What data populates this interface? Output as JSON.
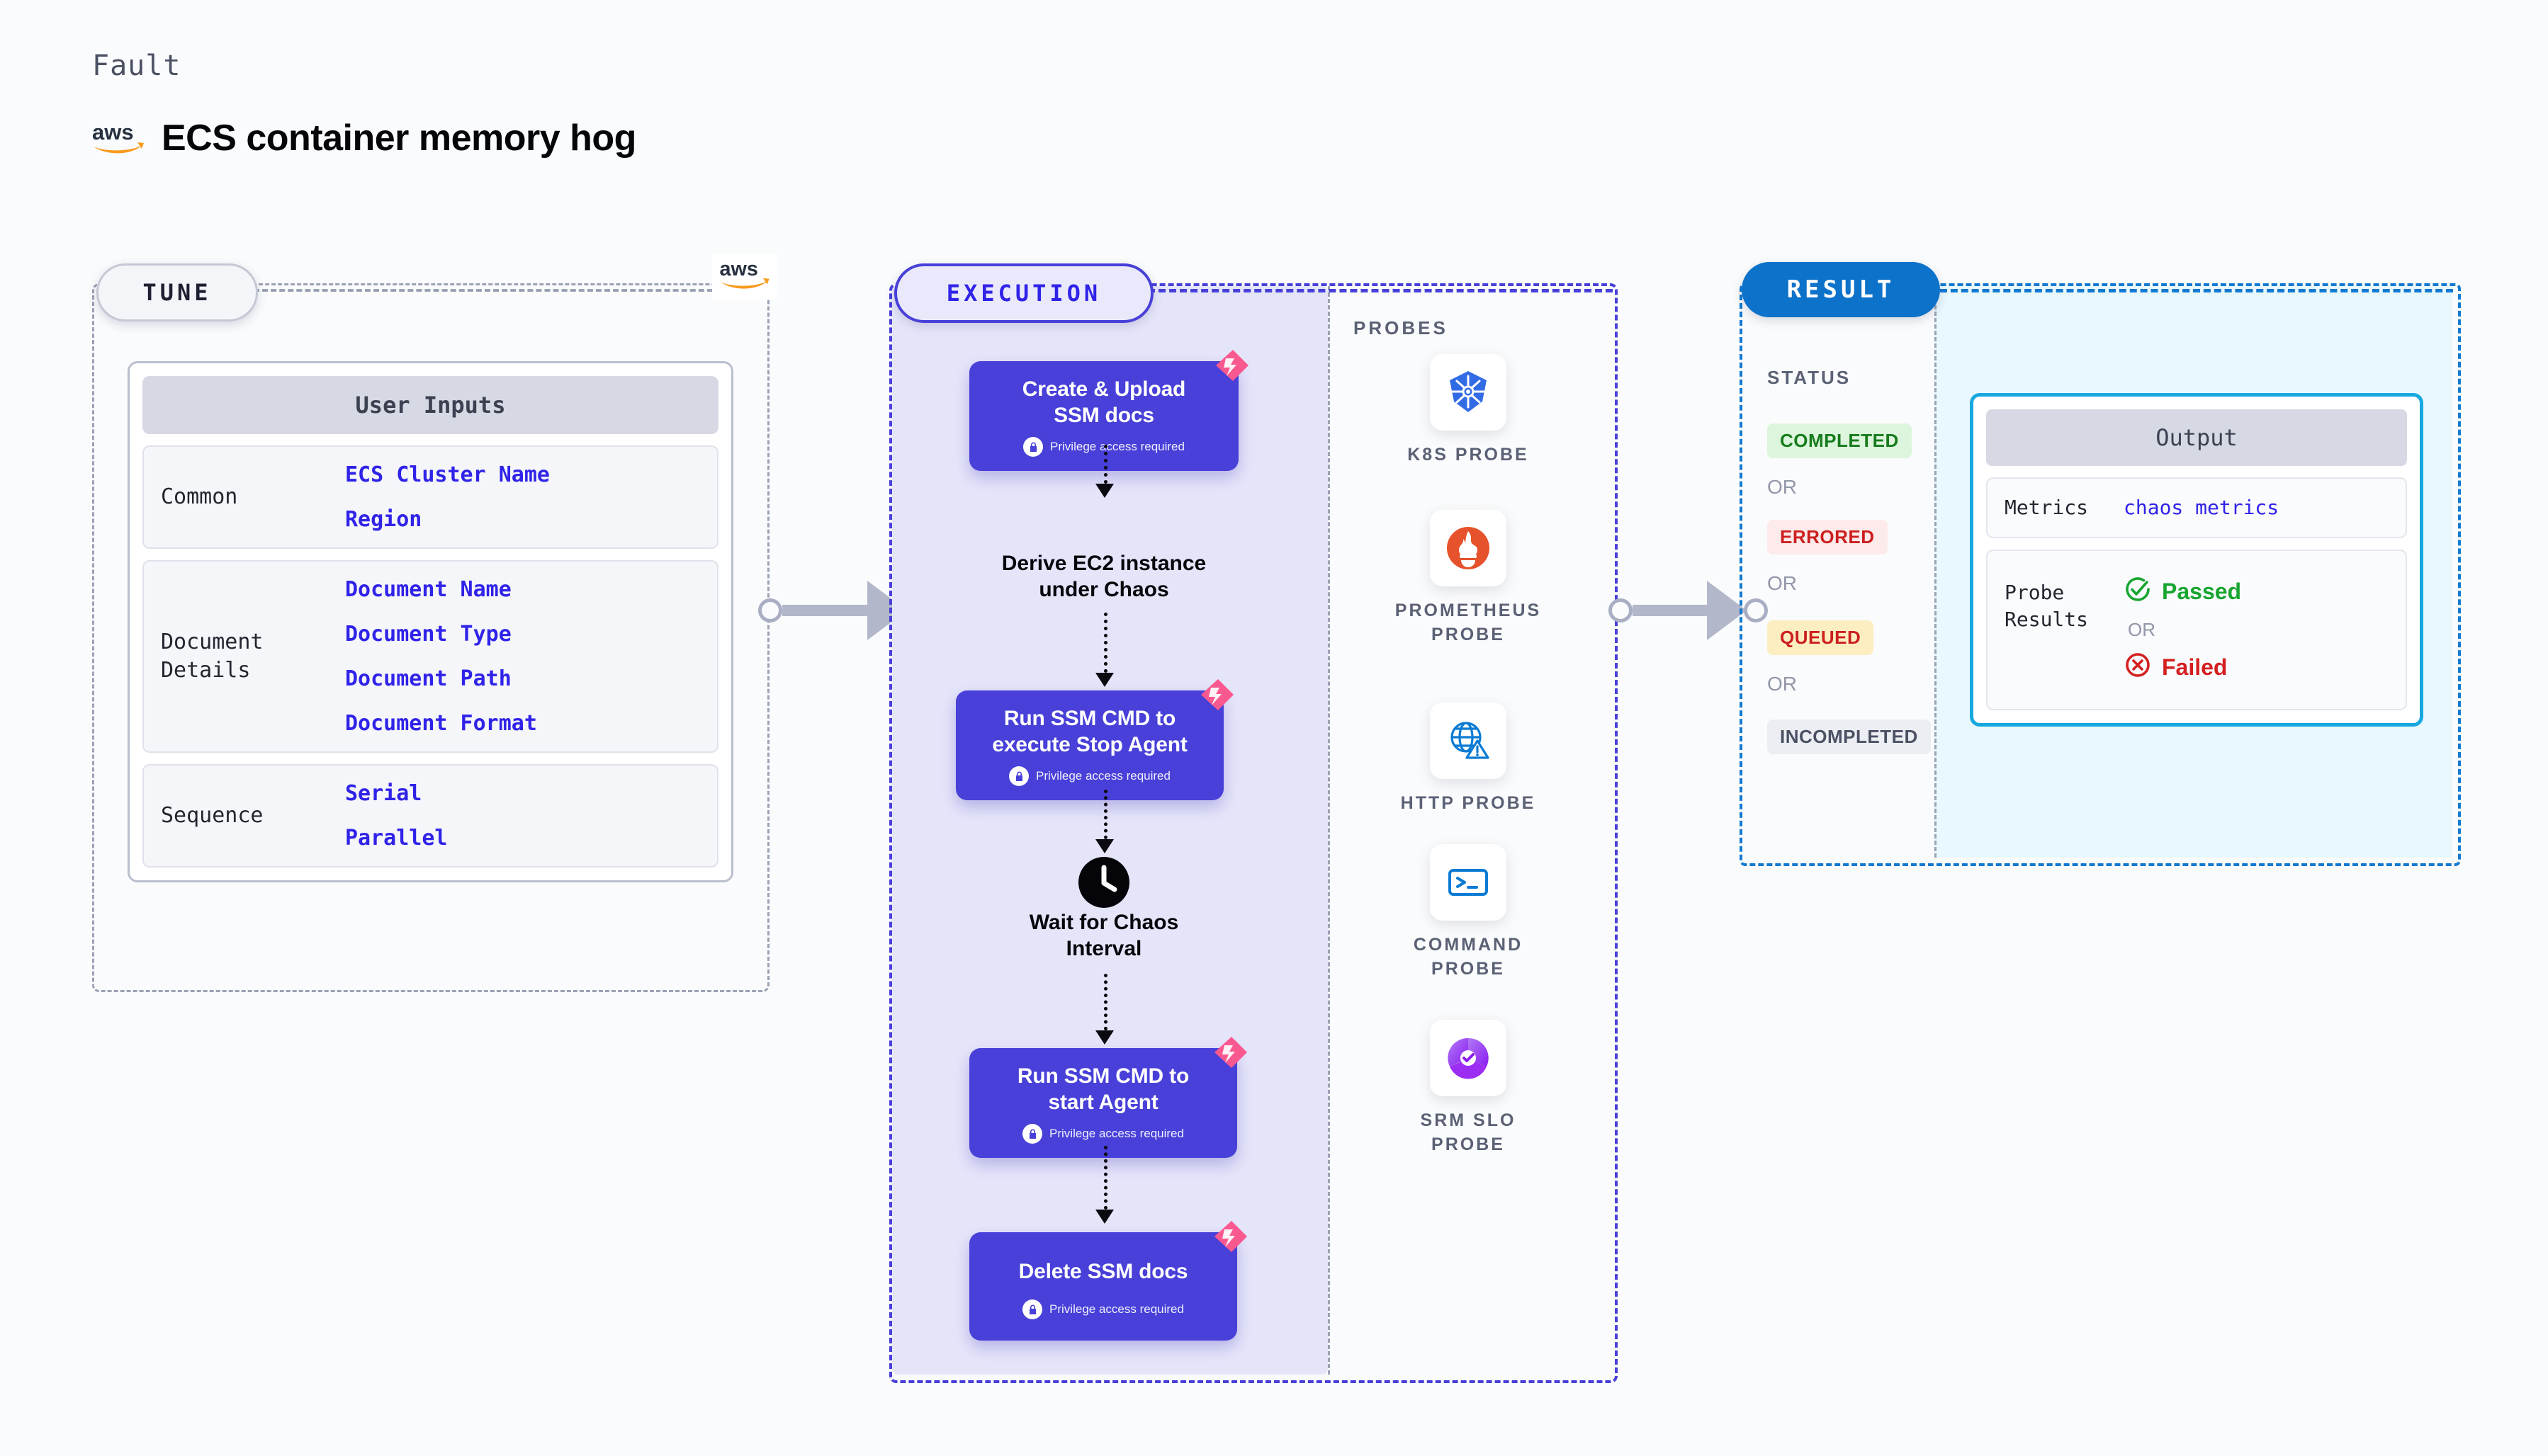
{
  "header": {
    "kicker": "Fault",
    "brand_icon": "aws-logo",
    "title": "ECS container memory hog"
  },
  "tune": {
    "pill_label": "TUNE",
    "brand_icon": "aws-logo",
    "card_title": "User Inputs",
    "rows": [
      {
        "key": "Common",
        "values": [
          "ECS Cluster Name",
          "Region"
        ]
      },
      {
        "key": "Document\nDetails",
        "values": [
          "Document Name",
          "Document Type",
          "Document Path",
          "Document Format"
        ]
      },
      {
        "key": "Sequence",
        "values": [
          "Serial",
          "Parallel"
        ]
      }
    ]
  },
  "execution": {
    "pill_label": "EXECUTION",
    "steps": [
      {
        "type": "node",
        "title": "Create & Upload\nSSM docs",
        "note": "Privilege access required",
        "badge": "privilege-ribbon"
      },
      {
        "type": "plain",
        "title": "Derive EC2 instance\nunder Chaos",
        "icon": ""
      },
      {
        "type": "node",
        "title": "Run SSM CMD to\nexecute Stop Agent",
        "note": "Privilege access required",
        "badge": "privilege-ribbon"
      },
      {
        "type": "plain",
        "title": "Wait for Chaos\nInterval",
        "icon": "clock-icon"
      },
      {
        "type": "node",
        "title": "Run SSM CMD to\nstart Agent",
        "note": "Privilege access required",
        "badge": "privilege-ribbon"
      },
      {
        "type": "node",
        "title": "Delete SSM docs",
        "note": "Privilege access required",
        "badge": "privilege-ribbon"
      }
    ]
  },
  "probes": {
    "label": "PROBES",
    "items": [
      {
        "name": "K8S PROBE",
        "icon": "kubernetes-icon"
      },
      {
        "name": "PROMETHEUS\nPROBE",
        "icon": "prometheus-icon"
      },
      {
        "name": "HTTP PROBE",
        "icon": "http-globe-icon"
      },
      {
        "name": "COMMAND\nPROBE",
        "icon": "terminal-icon"
      },
      {
        "name": "SRM SLO\nPROBE",
        "icon": "srm-slo-icon"
      }
    ]
  },
  "result": {
    "pill_label": "RESULT",
    "status_label": "STATUS",
    "or_label": "OR",
    "statuses": [
      {
        "text": "COMPLETED",
        "fg": "#167c1c",
        "bg": "#ddf5dc"
      },
      {
        "text": "ERRORED",
        "fg": "#cc1f1f",
        "bg": "#fdeaea"
      },
      {
        "text": "QUEUED",
        "fg": "#cc1f1f",
        "bg": "#fdeec2"
      },
      {
        "text": "INCOMPLETED",
        "fg": "#4b5163",
        "bg": "#eceef4"
      }
    ],
    "output": {
      "title": "Output",
      "metrics_key": "Metrics",
      "metrics_value": "chaos metrics",
      "probe_key": "Probe\nResults",
      "passed": "Passed",
      "failed": "Failed",
      "or_label": "OR"
    }
  },
  "colors": {
    "accent_purple": "#4840d8",
    "accent_blue": "#0d72c9",
    "ribbon_pink": "#f9598f",
    "aws_orange": "#f89b1c"
  }
}
